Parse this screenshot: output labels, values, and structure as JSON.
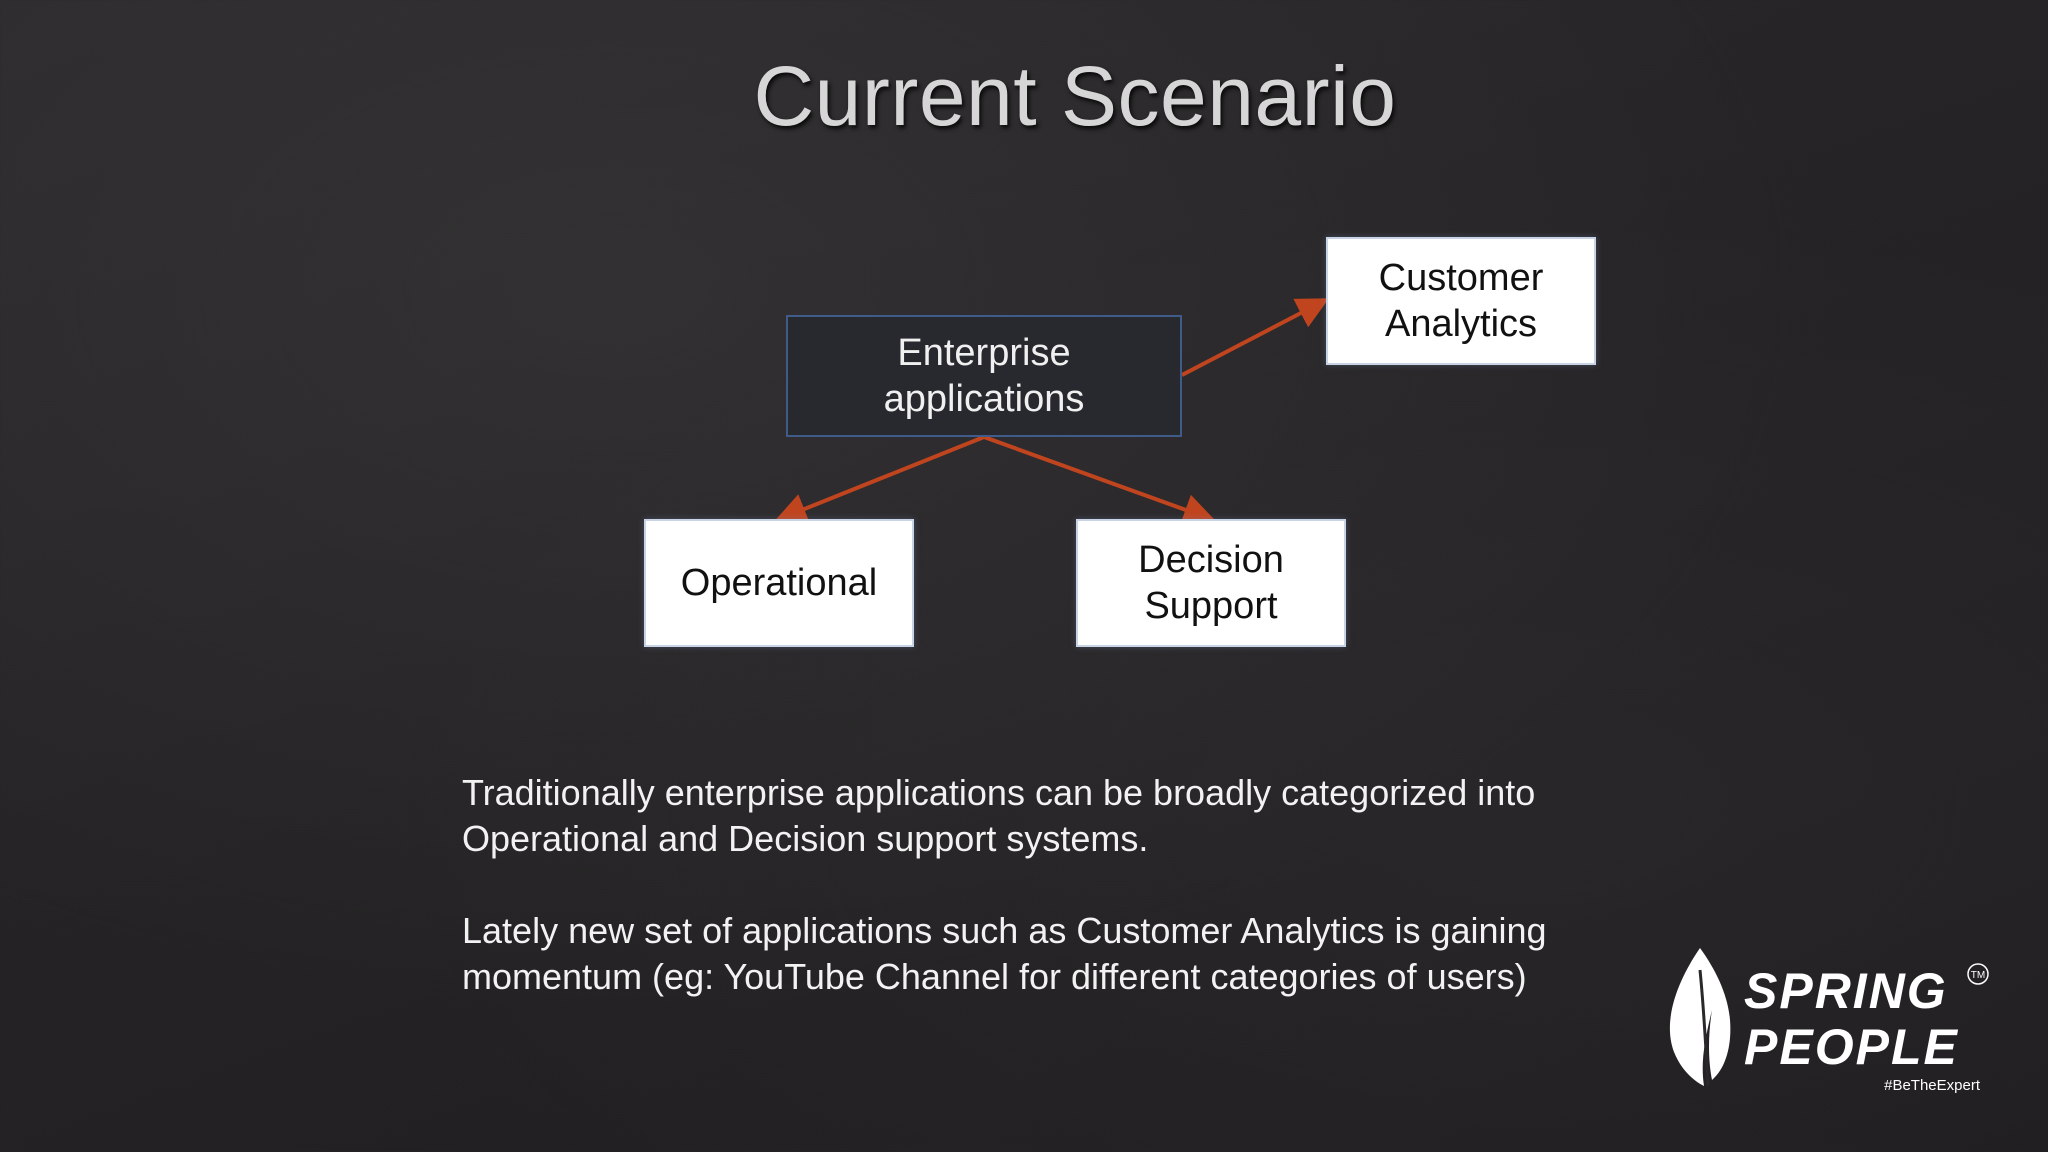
{
  "slide": {
    "title": "Current Scenario"
  },
  "diagram": {
    "nodes": {
      "enterprise": "Enterprise\napplications",
      "customer_analytics": "Customer\nAnalytics",
      "operational": "Operational",
      "decision_support": "Decision\nSupport"
    },
    "edges": [
      {
        "from": "enterprise",
        "to": "customer_analytics"
      },
      {
        "from": "enterprise",
        "to": "operational"
      },
      {
        "from": "enterprise",
        "to": "decision_support"
      }
    ],
    "edge_color": "#c0451f"
  },
  "body": {
    "paragraph_1": "Traditionally enterprise applications can be broadly categorized into Operational and Decision support systems.",
    "paragraph_2": "Lately new set of applications such as Customer Analytics is gaining momentum (eg: YouTube Channel for different categories of users)"
  },
  "logo": {
    "brand_line_1": "SPRING",
    "brand_line_2": "PEOPLE",
    "trademark": "TM",
    "tagline": "#BeTheExpert",
    "icon": "leaf-icon"
  }
}
